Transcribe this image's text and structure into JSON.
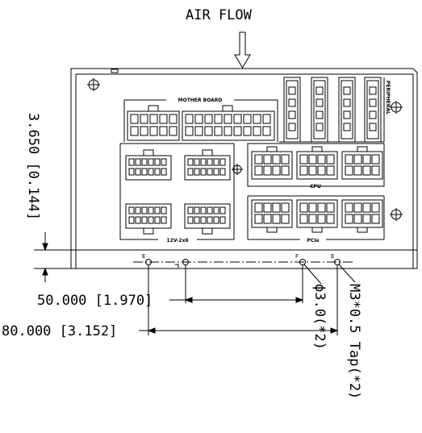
{
  "airflow": {
    "label": "AIR FLOW"
  },
  "panel": {
    "motherboard_label": "MOTHER BOARD",
    "peripheral_label": "PERIPHERAL",
    "cpu_label": "CPU",
    "aux_12v_label": "12V-2x6",
    "pcie_label": "PCIe"
  },
  "dimensions": {
    "vertical": "3.650 [0.144]",
    "width_50": "50.000 [1.970]",
    "width_80": "80.000 [3.152]",
    "hole_dia": "ϕ3.0(*2)",
    "tap": "M3*0.5 Tap(*2)"
  },
  "hole_labels": {
    "e": "E",
    "f": "F"
  }
}
